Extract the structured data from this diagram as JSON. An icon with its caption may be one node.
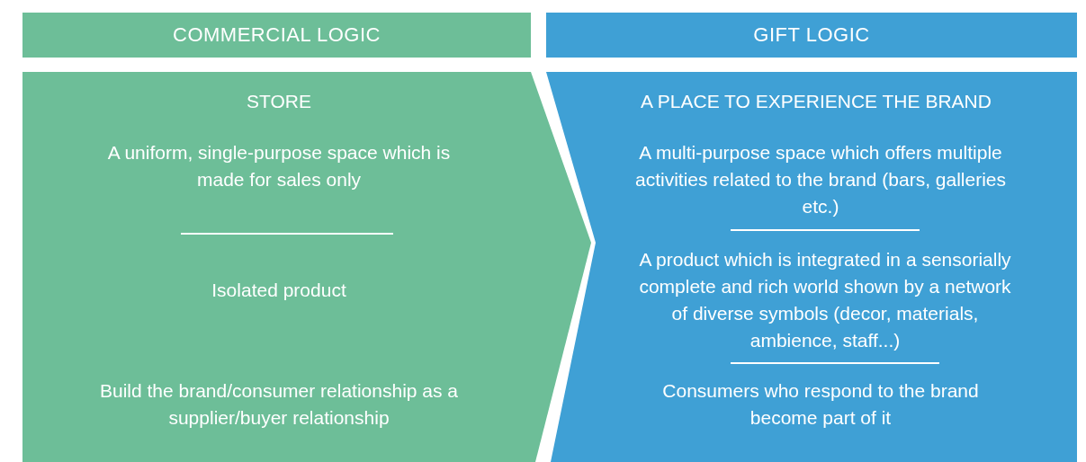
{
  "diagram": {
    "nodes": [
      {
        "text": [
          "COMMERCIAL LOGIC"
        ]
      },
      {
        "text": [
          "GIFT LOGIC"
        ]
      },
      {
        "text": [
          "STORE",
          "A uniform, single-purpose space which is made for sales only",
          "Isolated product",
          "Build the brand/consumer relationship as a supplier/buyer relationship"
        ]
      },
      {
        "text": [
          "A PLACE TO EXPERIENCE THE BRAND",
          "A multi-purpose space which offers multiple activities related to the brand (bars, galleries etc.)",
          "A product which is integrated in a sensorially complete and rich world shown by a network of diverse symbols (decor, materials, ambience, staff...)",
          "Consumers who respond to the brand become part of it"
        ]
      }
    ]
  }
}
